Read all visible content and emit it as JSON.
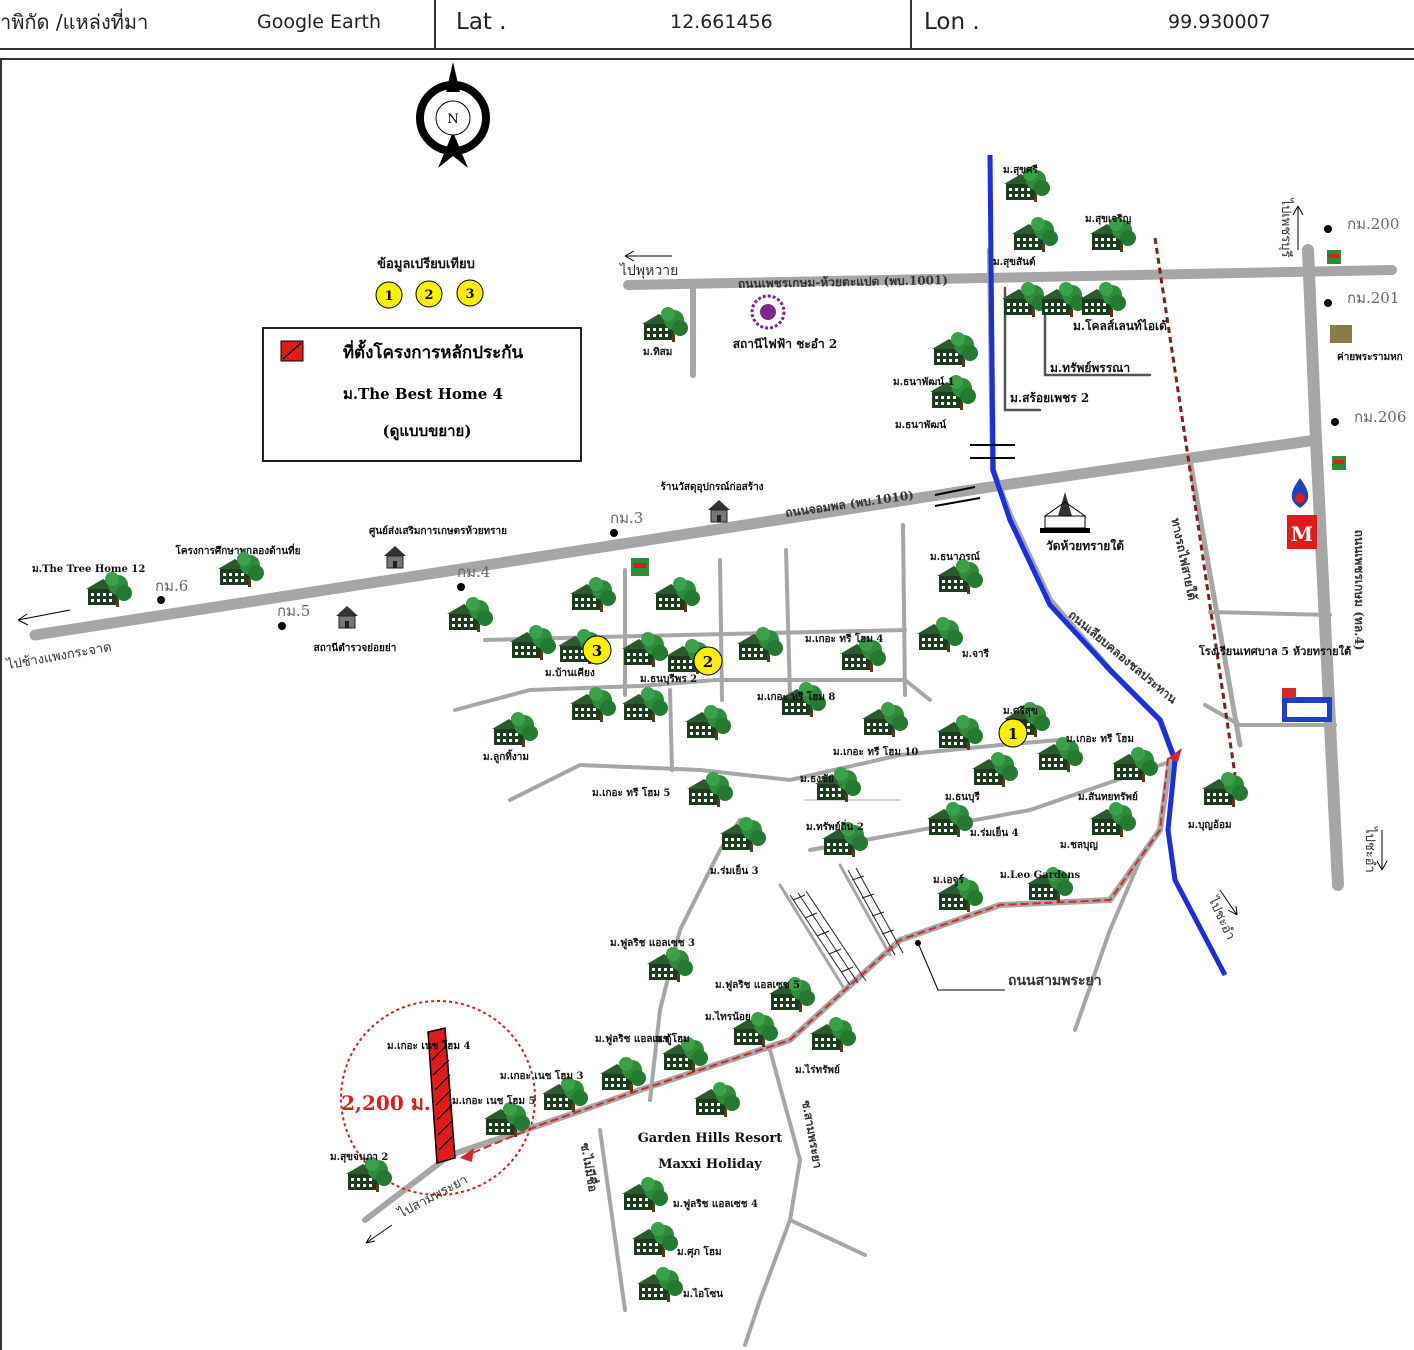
{
  "header": {
    "source_label": "าพิกัด /แหล่งที่มา",
    "source_value": "Google Earth",
    "lat_label": "Lat .",
    "lat_value": "12.661456",
    "lon_label": "Lon .",
    "lon_value": "99.930007"
  },
  "compass": {
    "letter": "N"
  },
  "comparison": {
    "title": "ข้อมูลเปรียบเทียบ",
    "markers": [
      "1",
      "2",
      "3"
    ]
  },
  "legend": {
    "item": "ที่ตั้งโครงการหลักประกัน",
    "project": "ม.The Best Home 4",
    "note": "(ดูแบบขยาย)"
  },
  "roads": {
    "r1001": "ถนนเพชรเกษม-ห้วยตะแปด (พบ.1001)",
    "r1010": "ถนนจอมพล (พบ.1010)",
    "canal_road": "ถนนเลียบคลองชลประทาน",
    "sampraya": "ถนนสามพระยา",
    "phetkasem": "ถนนเพชรเกษม (ทล.4)",
    "railway": "ทางรถไฟสายใต้",
    "lane_sampraya": "ซ.สามพระยา",
    "lane_mailek": "ซ.ไม่มีชื่อ"
  },
  "directions": {
    "puthwai": "ไปพุหวาย",
    "petchaburi": "ไปเพชรบุรี",
    "cha_am_east": "ไปชะอำ",
    "cha_am_canal": "ไปชะอำ",
    "chang_ptj": "ไปช้างแพงกระจาด",
    "sampraya": "ไปสามพระยา"
  },
  "km_markers": [
    "กม.3",
    "กม.4",
    "กม.5",
    "กม.6",
    "กม.200",
    "กม.201",
    "กม.206"
  ],
  "distance": "2,200 ม.",
  "landmarks": {
    "power_station": "สถานีไฟฟ้า ชะอำ 2",
    "temple": "วัดห้วยทรายใต้",
    "school": "โรงเรียนเทศบาล 5 ห้วยทรายใต้",
    "camp": "ค่ายพระรามหก",
    "hardware": "ร้านวัสดุอุปกรณ์ก่อสร้าง",
    "ag_center": "ศูนย์ส่งเสริมการเกษตรห้วยทราย",
    "school_project": "โครงการศึกษาพกลองด้านที่ย",
    "police": "สถานีตำรวจย่อยย่า",
    "gh_resort": "Garden Hills Resort",
    "maxxi": "Maxxi Holiday"
  },
  "villages": [
    "ม.สุขศรี",
    "ม.สุขเจริญ",
    "ม.สุขสันต์",
    "ม.ทิสม",
    "ม.โคลส์เลนท์ไอเด้",
    "ม.ทรัพย์พรรณา",
    "ม.ธนาพัฒน์ 1",
    "ม.ธนาพัฒน์",
    "ม.สร้อยเพชร 2",
    "ม.The Tree Home 12",
    "ม.บ้านเคียง",
    "ม.ธนบุรีพร 2",
    "ม.จารี",
    "ม.เกอะ ทรี โฮม 4",
    "ม.ศรีสุข",
    "ม.เกอะ ทรี โฮม",
    "ม.เกอะ ทรี โฮม 10",
    "ม.เกอะ ทรี โฮม 8",
    "ม.เกอะ ทรี โฮม 5",
    "ม.ลูกทิ้งาม",
    "ม.สันทยทรัพย์",
    "ม.ชลบุญ",
    "ม.ทรัพย์ถิ่น 2",
    "ม.ร่มเย็น 4",
    "ม.ร่มเย็น 3",
    "ม.ธงชัย",
    "ม.ธนาภรณ์",
    "ม.ธนบุรี",
    "ม.บุญอ้อม",
    "ม.เอจูร์",
    "ม.Leo Gardens",
    "ม.ฟูลริช แอลเซช 3",
    "ม.ฟูลริช แอลเซช 5",
    "ม.ไทรน้อย",
    "ม.ไร่ทรัพย์",
    "ม.เกอะ เนช โฮม 4",
    "ม.เกอะ เนช โฮม 3",
    "ม.เกอะ เนช โฮม 5",
    "ม.ฟูลริช แอลเซช",
    "ม.ตู้โฮม",
    "ม.สุขจนภา 2",
    "ม.ฟูลริช แอลเซช 4",
    "ม.ศุภ โฮม",
    "ม.ไอโซน"
  ],
  "colors": {
    "road": "#a6a6a6",
    "canal": "#1a2fe0",
    "railway": "#8b1a1a",
    "route": "#d62828",
    "site": "#e01b1b",
    "marker": "#ffee00"
  }
}
